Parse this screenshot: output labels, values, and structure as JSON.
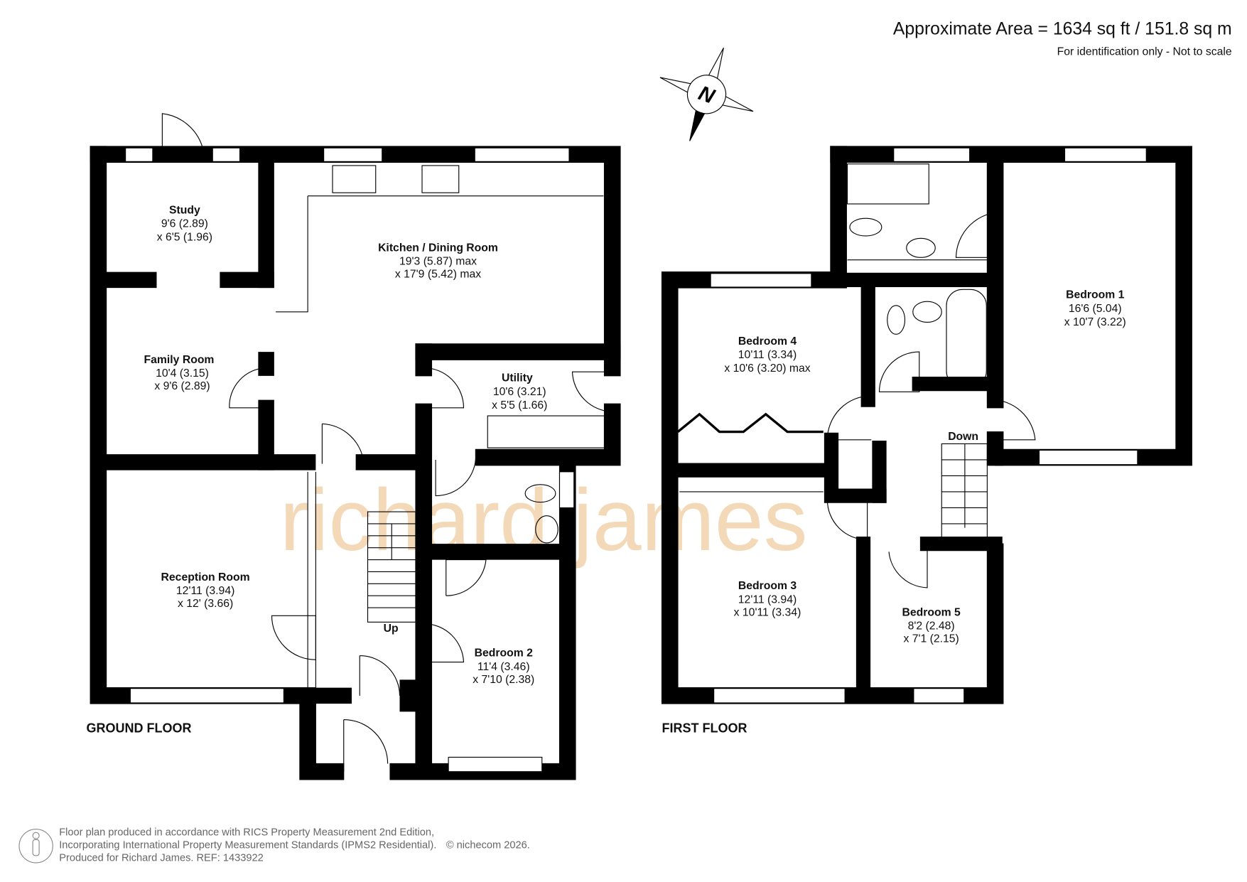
{
  "header": {
    "area": "Approximate Area = 1634 sq ft / 151.8 sq m",
    "note": "For identification only - Not to scale"
  },
  "compass": {
    "letter": "N"
  },
  "watermark": "richard james",
  "ground_floor": {
    "label": "GROUND FLOOR",
    "stairs_label": "Up",
    "rooms": [
      {
        "name": "Study",
        "dim1": "9'6 (2.89)",
        "dim2": "x 6'5 (1.96)"
      },
      {
        "name": "Kitchen / Dining Room",
        "dim1": "19'3 (5.87) max",
        "dim2": "x 17'9 (5.42) max"
      },
      {
        "name": "Family Room",
        "dim1": "10'4 (3.15)",
        "dim2": "x 9'6 (2.89)"
      },
      {
        "name": "Utility",
        "dim1": "10'6 (3.21)",
        "dim2": "x 5'5 (1.66)"
      },
      {
        "name": "Reception Room",
        "dim1": "12'11 (3.94)",
        "dim2": "x 12' (3.66)"
      },
      {
        "name": "Bedroom 2",
        "dim1": "11'4 (3.46)",
        "dim2": "x 7'10 (2.38)"
      }
    ]
  },
  "first_floor": {
    "label": "FIRST FLOOR",
    "stairs_label": "Down",
    "rooms": [
      {
        "name": "Bedroom 1",
        "dim1": "16'6 (5.04)",
        "dim2": "x 10'7 (3.22)"
      },
      {
        "name": "Bedroom 4",
        "dim1": "10'11 (3.34)",
        "dim2": "x 10'6 (3.20) max"
      },
      {
        "name": "Bedroom 3",
        "dim1": "12'11 (3.94)",
        "dim2": "x 10'11 (3.34)"
      },
      {
        "name": "Bedroom 5",
        "dim1": "8'2 (2.48)",
        "dim2": "x 7'1 (2.15)"
      }
    ]
  },
  "footer": {
    "line1": "Floor plan produced in accordance with RICS Property Measurement 2nd Edition,",
    "line2": "Incorporating International Property Measurement Standards (IPMS2 Residential).",
    "copyright": "© nichecom 2026.",
    "line3": "Produced for Richard James.   REF:  1433922"
  }
}
